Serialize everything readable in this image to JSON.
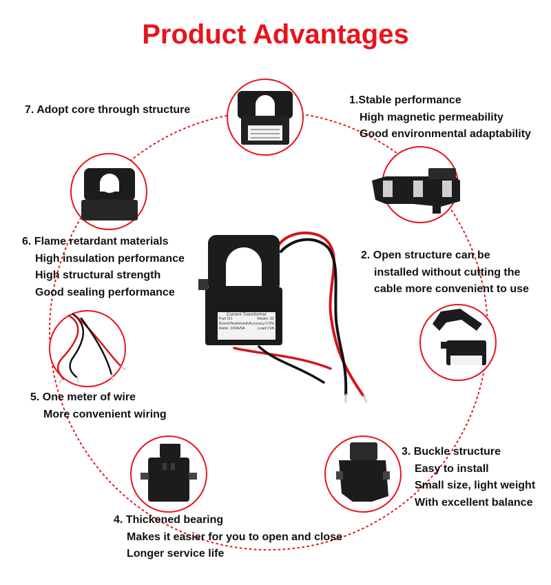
{
  "title": "Product Advantages",
  "colors": {
    "title": "#e8141c",
    "ring": "#e8141c",
    "circle_border": "#e8141c",
    "product_body": "#1c1c1c",
    "wire_red": "#d6141c",
    "wire_black": "#111111"
  },
  "label": {
    "line1": "Current Transformer",
    "part": "Part 5/1",
    "model": "Model: 02",
    "brand": "Brand:Nodehawk",
    "accuracy": "Accuracy:0.5%",
    "ratio": "Ratio: 100A/5A",
    "load": "Load:1VA"
  },
  "features": {
    "f1": {
      "title": "1.Stable performance",
      "lines": [
        "High magnetic permeability",
        "Good environmental adaptability"
      ]
    },
    "f2": {
      "title": "2. Open structure can be",
      "lines": [
        "installed without cutting the",
        "cable more convenient to use"
      ]
    },
    "f3": {
      "title": "3. Buckle structure",
      "lines": [
        "Easy to install",
        "Small size, light weight",
        "With excellent balance"
      ]
    },
    "f4": {
      "title": "4. Thickened bearing",
      "lines": [
        "Makes it easier for you to open and close",
        "Longer service life"
      ]
    },
    "f5": {
      "title": "5. One meter of wire",
      "lines": [
        "More convenient wiring"
      ]
    },
    "f6": {
      "title": "6. Flame retardant materials",
      "lines": [
        "High insulation performance",
        "High structural strength",
        "Good sealing performance"
      ]
    },
    "f7": {
      "title": "7. Adopt core through structure",
      "lines": []
    }
  },
  "icons": {
    "center": "current-transformer-with-wires",
    "c1": "open-clamp-ct-side-view",
    "c2": "open-clamp-ct-hinged",
    "c3": "ct-buckle-side-view",
    "c4": "ct-thickened-bearing-front",
    "c5": "one-meter-wire-bundle",
    "c6": "ct-flame-retardant-top",
    "c7": "ct-core-through-front"
  }
}
